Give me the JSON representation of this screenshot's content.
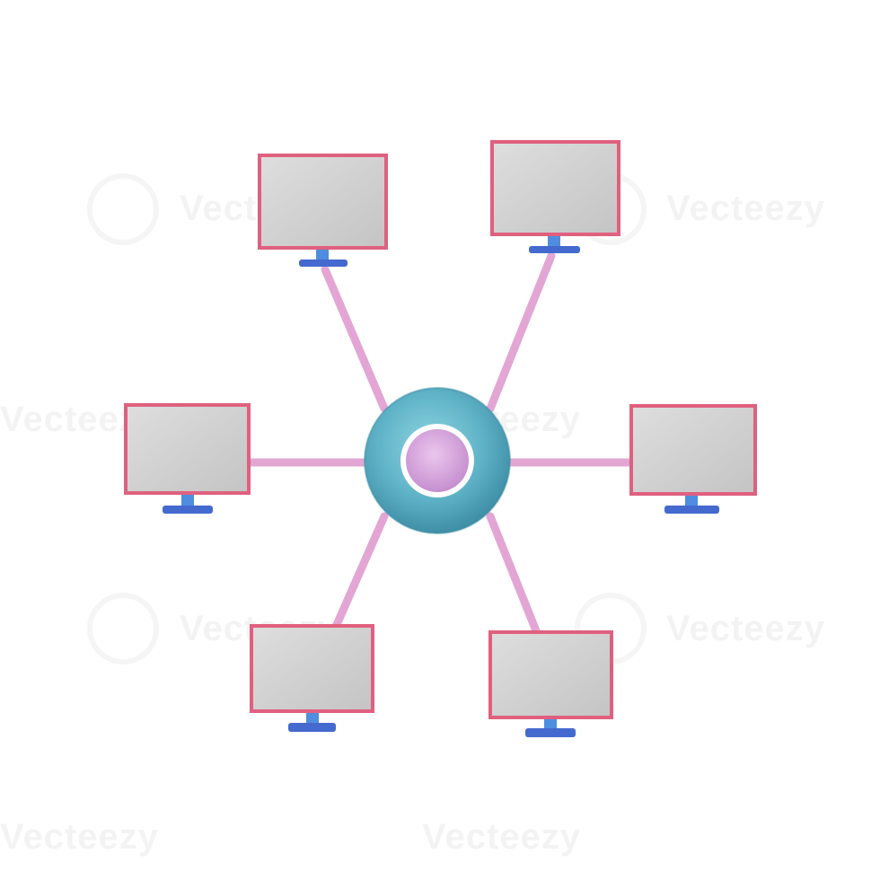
{
  "image": {
    "subject": "star-network-topology",
    "background": "#ffffff"
  },
  "watermark": {
    "text": "Vecteezy"
  },
  "colors": {
    "screen_fill": "#c9c9c9",
    "screen_fill_light": "#dcdcdc",
    "screen_border": "#e0607f",
    "stand": "#4f7fe0",
    "stand_base": "#3f66c8",
    "cable": "#e7a9d8",
    "hub_ring": "#63b7c9",
    "hub_ring_dark": "#4a9db2",
    "hub_core": "#d6a5dc",
    "hub_glow": "#ffffff"
  },
  "monitors": [
    {
      "name": "monitor-top-left"
    },
    {
      "name": "monitor-top-right"
    },
    {
      "name": "monitor-middle-left"
    },
    {
      "name": "monitor-middle-right"
    },
    {
      "name": "monitor-bottom-left"
    },
    {
      "name": "monitor-bottom-right"
    }
  ]
}
